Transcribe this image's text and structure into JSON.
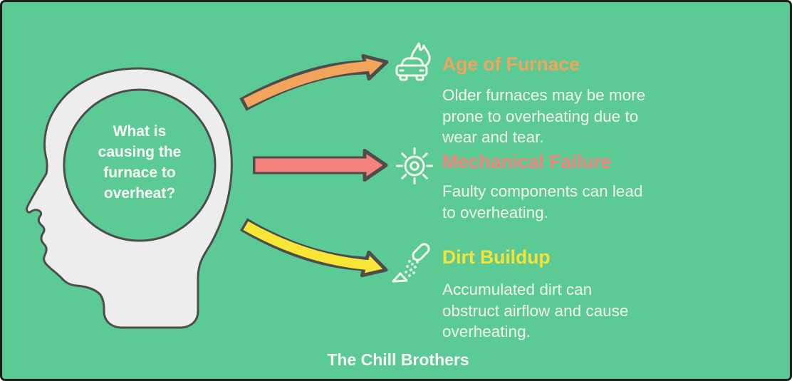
{
  "colors": {
    "background": "#5cca95",
    "outline": "#4d4d4d",
    "head_fill": "#ededed",
    "border": "#1c1c1c",
    "question_text": "#fbfbf7",
    "body_text": "#f3f6ee",
    "brand_text": "#f6f8f2"
  },
  "head": {
    "question": "What is causing the furnace to overheat?",
    "lines": [
      "What is",
      "causing the",
      "furnace to",
      "overheat?"
    ]
  },
  "causes": [
    {
      "id": "age-of-furnace",
      "icon": "burning-furnace-icon",
      "arrow": "curved-up-arrow",
      "color": "#f2a35c",
      "title": "Age of Furnace",
      "description": "Older furnaces may be more prone to overheating due to wear and tear."
    },
    {
      "id": "mechanical-failure",
      "icon": "gear-icon",
      "arrow": "straight-arrow",
      "color": "#f5827c",
      "title": "Mechanical Failure",
      "description": "Faulty components can lead to overheating."
    },
    {
      "id": "dirt-buildup",
      "icon": "dirt-spray-icon",
      "arrow": "curved-down-arrow",
      "color": "#f8e636",
      "title": "Dirt Buildup",
      "description": "Accumulated dirt can obstruct airflow and cause overheating."
    }
  ],
  "footer": {
    "brand": "The Chill Brothers"
  }
}
